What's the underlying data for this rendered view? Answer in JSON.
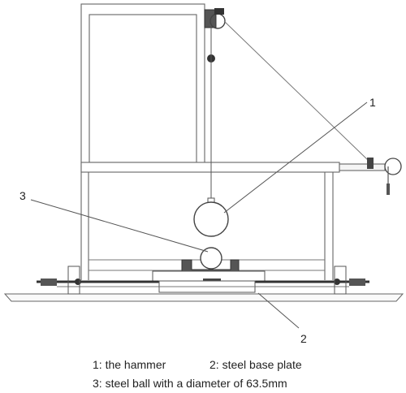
{
  "callouts": {
    "hammer_num": "1",
    "base_plate_num": "2",
    "steel_ball_num": "3"
  },
  "caption": {
    "item1": "1: the hammer",
    "item2": "2: steel base plate",
    "item3": "3: steel ball with a diameter of 63.5mm"
  },
  "colors": {
    "line": "#666666",
    "dark": "#333333",
    "fill_light": "#f2f2f2"
  }
}
